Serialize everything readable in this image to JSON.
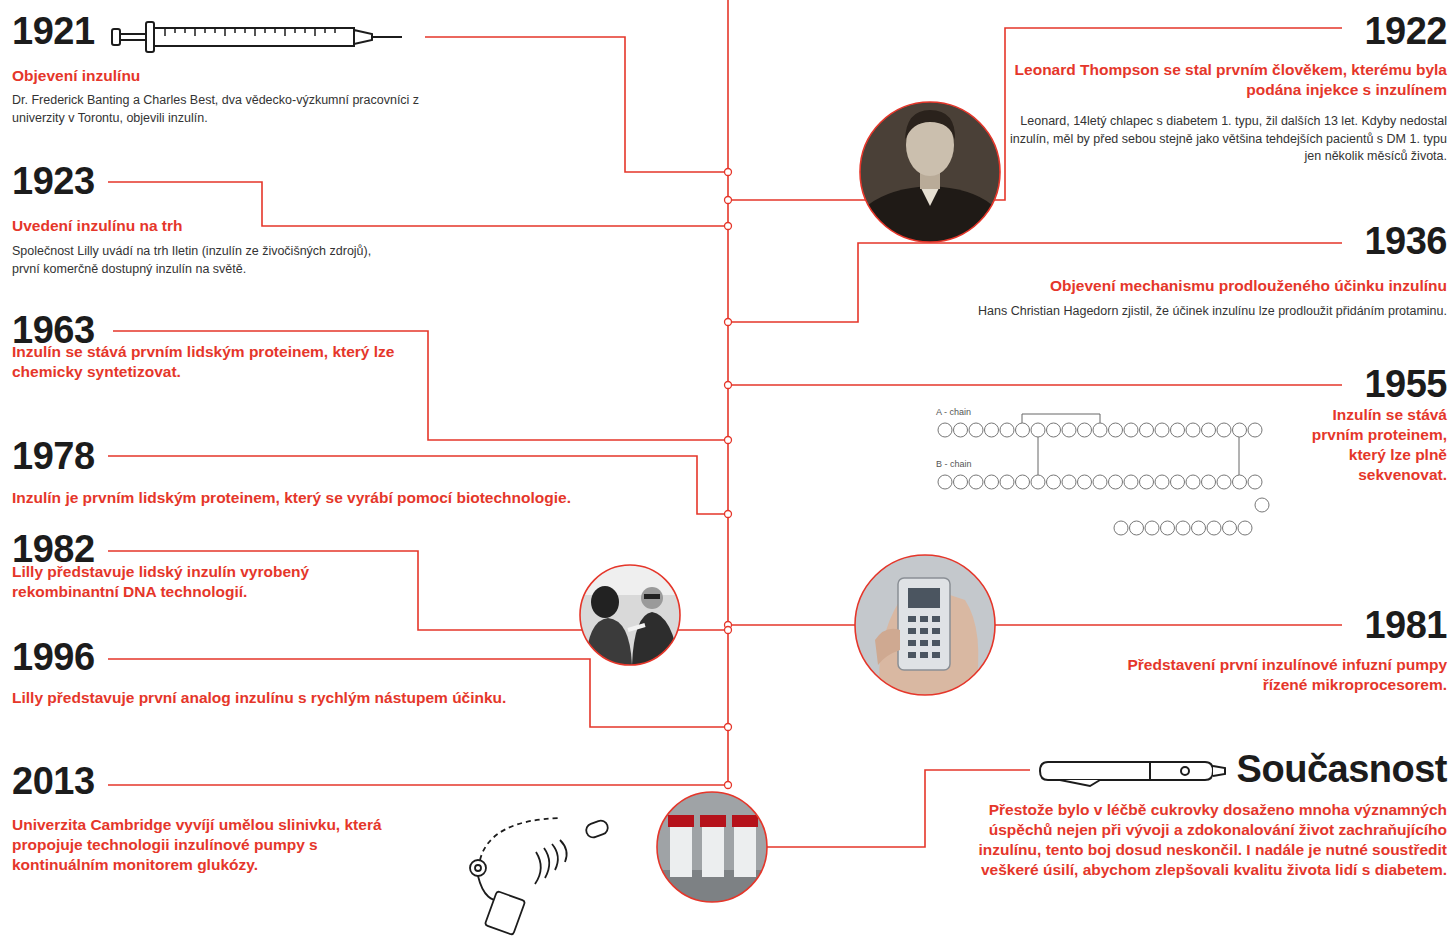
{
  "diagram": {
    "labels": [
      "1921",
      "Objevení inzulínu",
      "Dr. Frederick Banting a Charles Best, dva vědecko-výzkumní pracovníci z univerzity v Torontu, objevili inzulín.",
      "1922",
      "Leonard Thompson se stal prvním člověkem, kterému byla podána injekce s inzulínem",
      "Leonard, 14letý chlapec s diabetem 1. typu, žil dalších 13 let. Kdyby nedostal inzulín, měl by před sebou stejně jako většina tehdejších pacientů s DM 1. typu jen několik měsíců života.",
      "1923",
      "Uvedení inzulínu na trh",
      "Společnost Lilly uvádí na trh Iletin (inzulín ze živočišných zdrojů), první komerčně dostupný inzulín na světě.",
      "1936",
      "Objevení mechanismu prodlouženého účinku inzulínu",
      "Hans Christian Hagedorn zjistil, že účinek inzulínu lze prodloužit přidáním protaminu.",
      "1963",
      "Inzulín se stává prvním lidským proteinem, který lze chemicky syntetizovat.",
      "1955",
      "A - chain",
      "B - chain",
      "Inzulín se stává prvním proteinem, který lze plně sekvenovat.",
      "1978",
      "Inzulín je prvním lidským proteinem, který se vyrábí pomocí biotechnologie.",
      "1982",
      "Lilly představuje lidský inzulín vyrobený rekombinantní DNA technologií.",
      "1981",
      "Představení první inzulínové infuzní pumpy řízené mikroprocesorem.",
      "1996",
      "Lilly představuje první analog inzulínu s rychlým nástupem účinku.",
      "Současnost",
      "Přestože bylo v léčbě cukrovky dosaženo mnoha významných úspěchů nejen při vývoji a zdokonalování život zachraňujícího inzulínu, tento boj dosud neskončil. I nadále je nutné soustředit veškeré úsilí, abychom zlepšovali kvalitu života lidí s diabetem.",
      "2013",
      "Univerzita Cambridge vyvíjí umělou slinivku, která propojuje technologii inzulínové pumpy s kontinuálním monitorem glukózy."
    ]
  }
}
